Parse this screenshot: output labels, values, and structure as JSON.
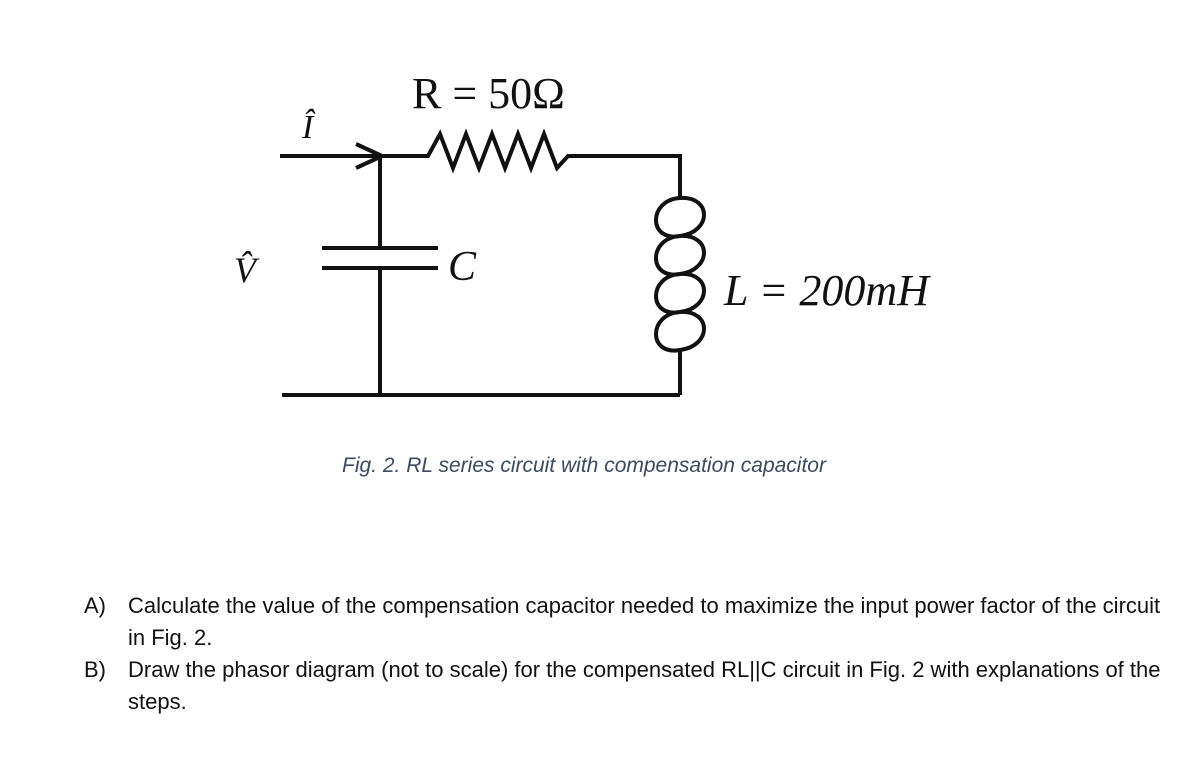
{
  "figure": {
    "resistor_label": "R = 50Ω",
    "current_label": "Î",
    "voltage_label": "V̂",
    "capacitor_label": "C",
    "inductor_label": "L = 200mH",
    "caption": "Fig. 2. RL series circuit with compensation capacitor"
  },
  "questions": [
    {
      "marker": "A)",
      "text": "Calculate the value of the compensation capacitor needed to maximize the input power factor of the circuit in Fig. 2."
    },
    {
      "marker": "B)",
      "text": "Draw the phasor diagram (not to scale) for the compensated RL||C circuit in Fig. 2 with explanations of the steps."
    }
  ]
}
